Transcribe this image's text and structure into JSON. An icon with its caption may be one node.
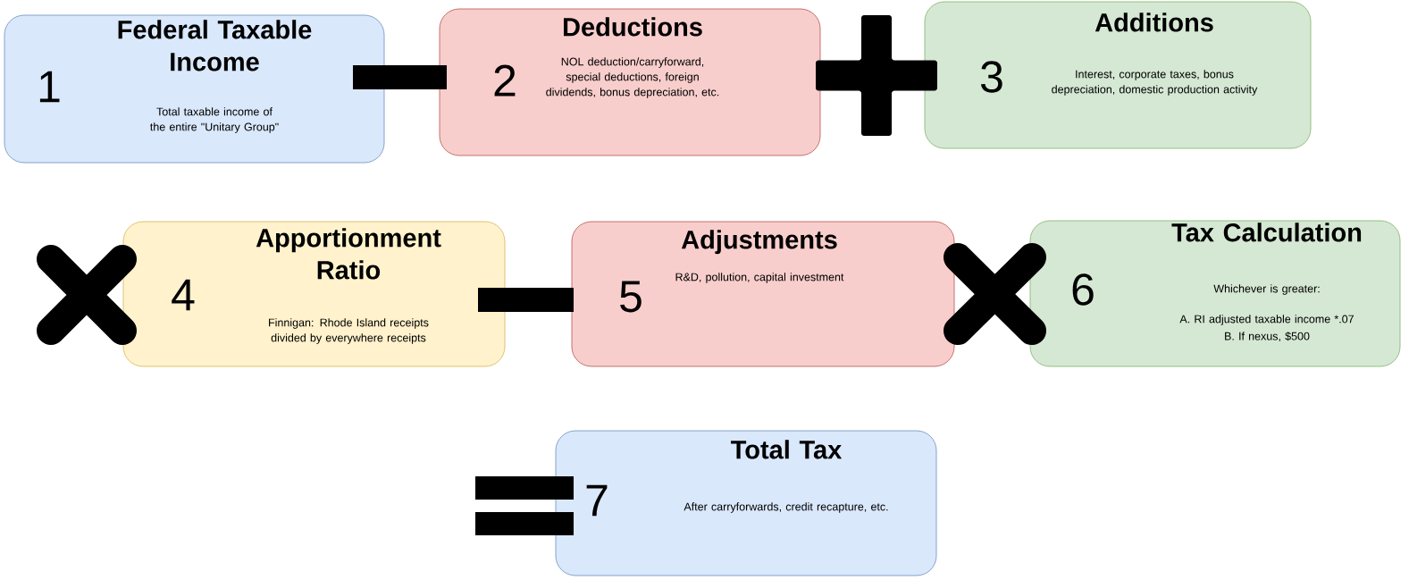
{
  "diagram": {
    "nodes": [
      {
        "text": [
          "1",
          "Federal Taxable Income",
          "Total taxable income of the entire \"Unitary Group\""
        ]
      },
      {
        "text": [],
        "shape": "minus"
      },
      {
        "text": [
          "2",
          "Deductions",
          "NOL deduction/carryforward, special deductions, foreign dividends, bonus depreciation, etc."
        ]
      },
      {
        "text": [],
        "shape": "plus"
      },
      {
        "text": [
          "3",
          "Additions",
          "Interest, corporate taxes, bonus depreciation, domestic production activity"
        ]
      },
      {
        "text": [],
        "shape": "times"
      },
      {
        "text": [
          "4",
          "Apportionment Ratio",
          "Finnigan: Rhode Island receipts divided by everywhere receipts"
        ]
      },
      {
        "text": [],
        "shape": "minus"
      },
      {
        "text": [
          "5",
          "Adjustments",
          "R&D, pollution, capital investment"
        ]
      },
      {
        "text": [],
        "shape": "times"
      },
      {
        "text": [
          "6",
          "Tax Calculation",
          "Whichever is greater:",
          "A. RI adjusted taxable income *.07",
          "B. If nexus, $500"
        ]
      },
      {
        "text": [],
        "shape": "equals"
      },
      {
        "text": [
          "7",
          "Total Tax",
          "After carryforwards, credit recapture, etc."
        ]
      }
    ]
  }
}
